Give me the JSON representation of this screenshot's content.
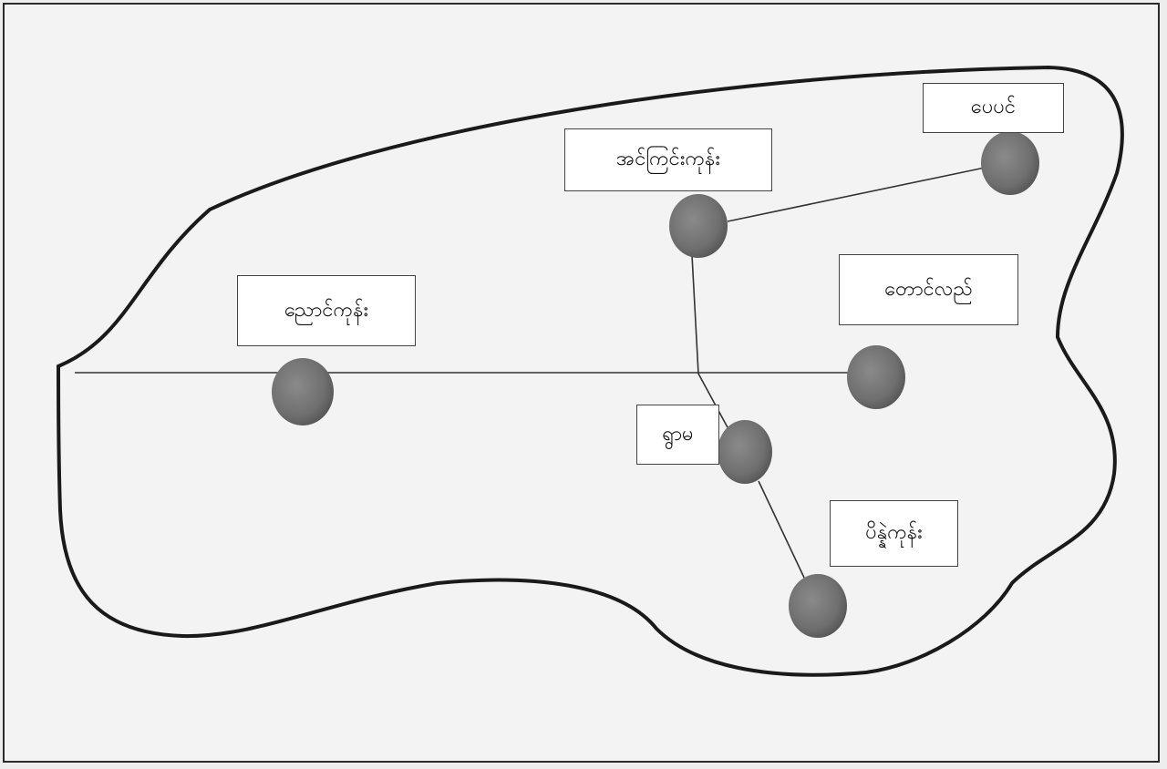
{
  "places": [
    {
      "id": "nyaung-kone",
      "label": "ညောင်ကုန်း"
    },
    {
      "id": "in-gyin-kone",
      "label": "အင်ကြင်းကုန်း"
    },
    {
      "id": "pe-pin",
      "label": "ပေပင်"
    },
    {
      "id": "taung-lay",
      "label": "တောင်လည်"
    },
    {
      "id": "ywa-ma",
      "label": "ရွာမ"
    },
    {
      "id": "pein-nè-kone",
      "label": "ပိန္နဲကုန်း"
    }
  ],
  "colors": {
    "background": "#f3f3f3",
    "boundary": "#1a1a1a",
    "road": "#333333",
    "village_marker": "#7a7a7a",
    "label_box": "#ffffff"
  }
}
